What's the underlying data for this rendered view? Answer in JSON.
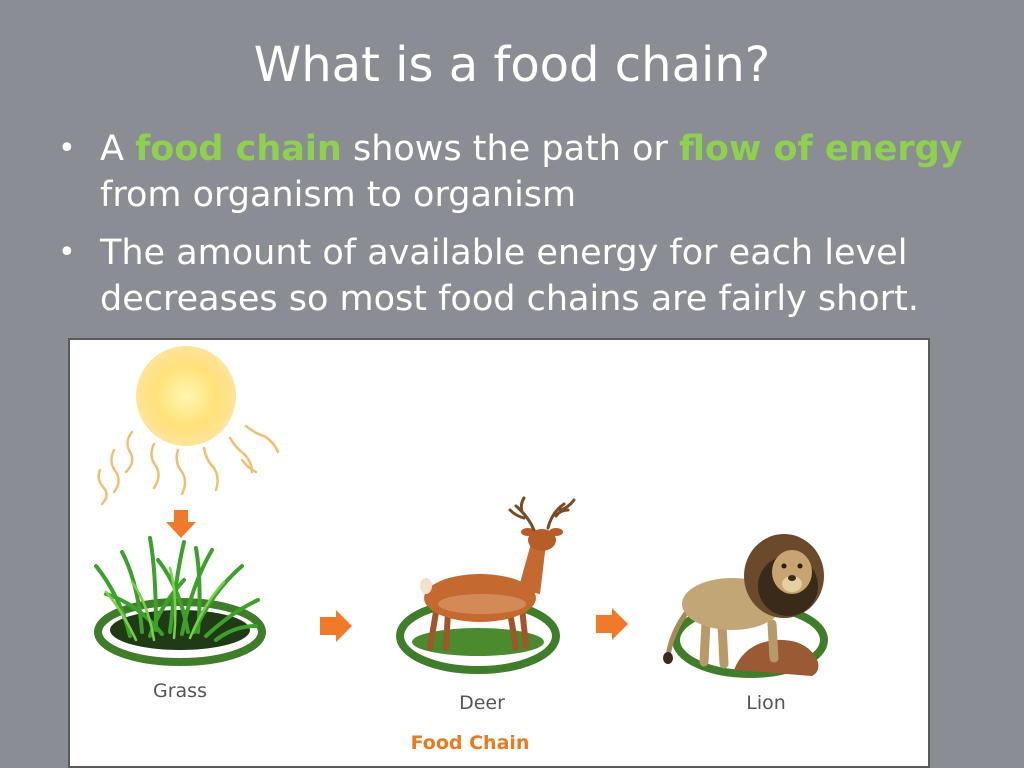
{
  "slide": {
    "title": "What is a food chain?",
    "bullets": [
      {
        "parts": [
          "A ",
          "food chain",
          " shows the path or ",
          "flow of energy",
          " from organism to organism"
        ]
      },
      {
        "text": "The amount of available energy for each level decreases so most food chains are fairly short."
      }
    ],
    "highlight_color": "#8fd14f",
    "background_color": "#8a8d93"
  },
  "figure": {
    "organisms": [
      {
        "label": "Grass",
        "icon": "grass-icon"
      },
      {
        "label": "Deer",
        "icon": "deer-icon"
      },
      {
        "label": "Lion",
        "icon": "lion-icon"
      }
    ],
    "caption": "Food Chain",
    "sun_icon": "sun-icon",
    "arrow_color": "#f07a2a",
    "ring_color": "#3f7d2a"
  }
}
